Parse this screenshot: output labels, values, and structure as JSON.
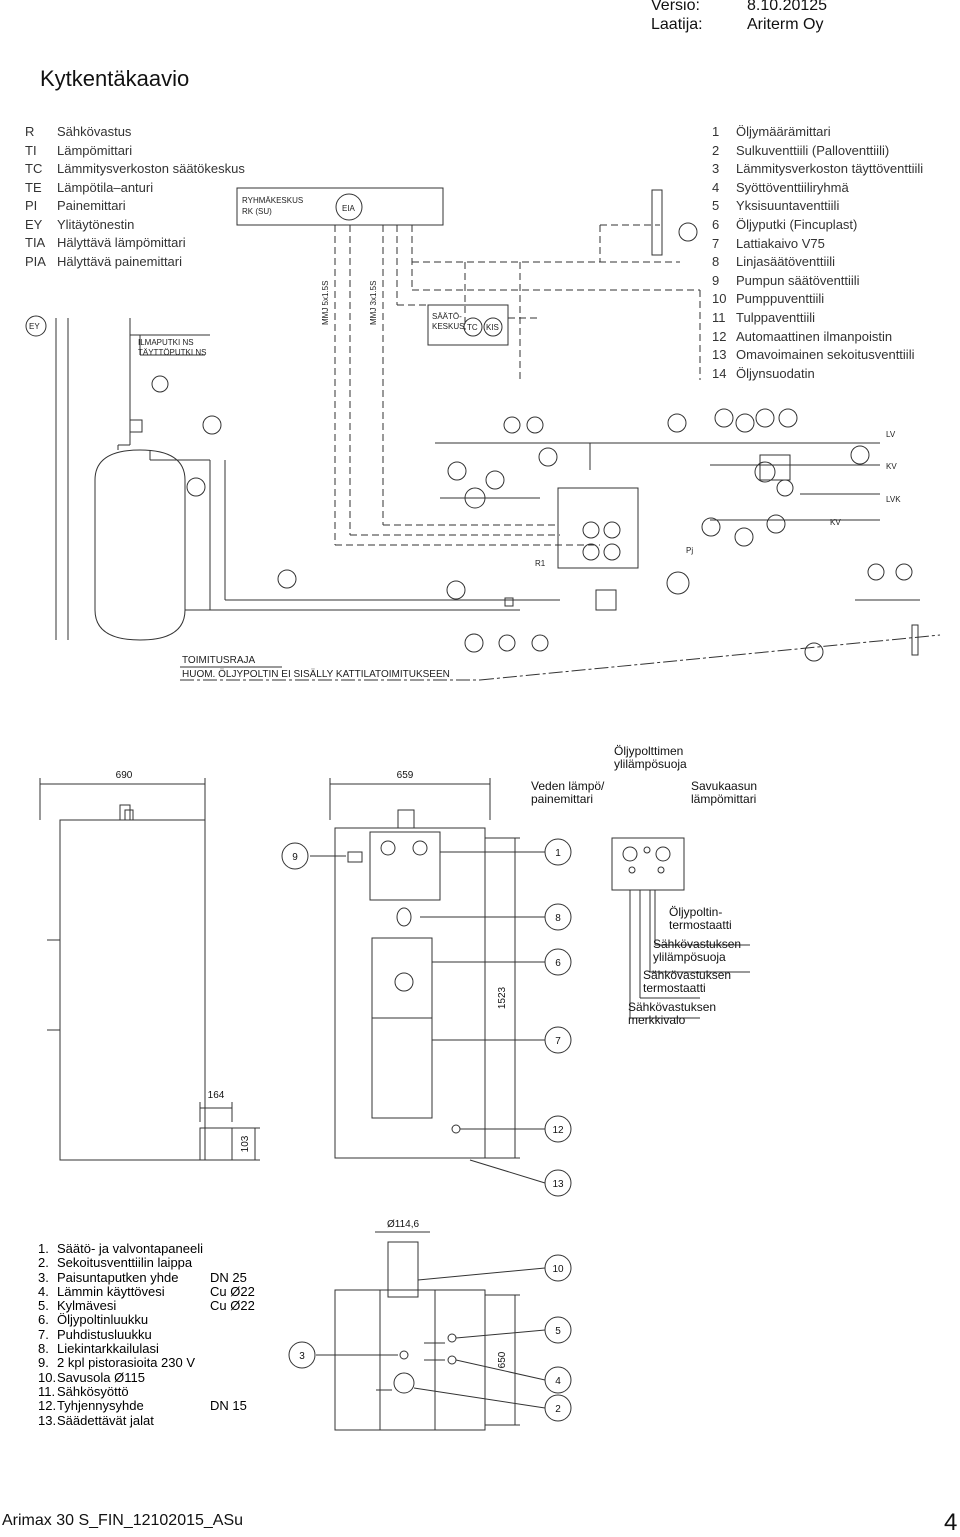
{
  "header": {
    "versio_label": "Versio:",
    "versio_value": "8.10.20125",
    "laatija_label": "Laatija:",
    "laatija_value": "Ariterm Oy"
  },
  "page_title": "Kytkentäkaavio",
  "legend_left": [
    {
      "code": "R",
      "text": "Sähkövastus"
    },
    {
      "code": "TI",
      "text": "Lämpömittari"
    },
    {
      "code": "TC",
      "text": "Lämmitysverkoston säätökeskus"
    },
    {
      "code": "TE",
      "text": "Lämpötila–anturi"
    },
    {
      "code": "PI",
      "text": "Painemittari"
    },
    {
      "code": "EY",
      "text": "Ylitäytönestin"
    },
    {
      "code": "TIA",
      "text": "Hälyttävä lämpömittari"
    },
    {
      "code": "PIA",
      "text": "Hälyttävä painemittari"
    }
  ],
  "legend_right": [
    {
      "num": "1",
      "text": "Öljymäärämittari"
    },
    {
      "num": "2",
      "text": "Sulkuventtiili (Palloventtiili)"
    },
    {
      "num": "3",
      "text": "Lämmitysverkoston täyttöventtiili"
    },
    {
      "num": "4",
      "text": "Syöttöventtiiliryhmä"
    },
    {
      "num": "5",
      "text": "Yksisuuntaventtiili"
    },
    {
      "num": "6",
      "text": "Öljyputki (Fincuplast)"
    },
    {
      "num": "7",
      "text": "Lattiakaivo V75"
    },
    {
      "num": "8",
      "text": "Linjasäätöventtiili"
    },
    {
      "num": "9",
      "text": "Pumpun säätöventtiili"
    },
    {
      "num": "10",
      "text": "Pumppuventtiili"
    },
    {
      "num": "11",
      "text": "Tulppaventtiili"
    },
    {
      "num": "12",
      "text": "Automaattinen ilmanpoistin"
    },
    {
      "num": "13",
      "text": "Omavoimainen sekoitusventtiili"
    },
    {
      "num": "14",
      "text": "Öljynsuodatin"
    }
  ],
  "schematic": {
    "ryhmakeskus_1": "RYHMÄKESKUS",
    "ryhmakeskus_2": "RK (SU)",
    "eia": "EIA",
    "saato_1": "SÄÄTÖ-",
    "saato_2": "KESKUS",
    "tc": "TC",
    "kis": "KIS",
    "mmj1": "MMJ 5x1.5S",
    "mmj2": "MMJ 3x1.5S",
    "ey": "EY",
    "ilmaputki": "ILMAPUTKI NS",
    "tayttoputki": "TÄYTTÖPUTKI NS",
    "lv": "LV",
    "kv": "KV",
    "lvk": "LVK",
    "kv2": "KV",
    "pj": "Pj",
    "ri": "R1",
    "toimitusraja": "TOIMITUSRAJA",
    "huom": "HUOM. ÖLJYPOLTIN EI SISÄLLY KATTILATOIMITUKSEEN"
  },
  "dimensions": {
    "d690": "690",
    "d659": "659",
    "d1523": "1523",
    "d164": "164",
    "d103": "103",
    "d114": "Ø114,6",
    "d650": "650"
  },
  "callouts": {
    "oljypolttimen": "Öljypolttimen ylilämpösuoja",
    "veden": "Veden lämpö/ painemittari",
    "savukaasun": "Savukaasun lämpömittari",
    "oljypoltin_termostaatti": "Öljypoltin- termostaatti",
    "sahko_ylilampo": "Sähkövastuksen ylilämpösuoja",
    "sahko_termostaatti": "Sähkövastuksen termostaatti",
    "sahko_merkkivalo": "Sähkövastuksen merkkivalo"
  },
  "bottom_legend": [
    {
      "num": "1.",
      "text": "Säätö- ja valvontapaneeli",
      "unit": ""
    },
    {
      "num": "2.",
      "text": "Sekoitusventtiilin laippa",
      "unit": ""
    },
    {
      "num": "3.",
      "text": "Paisuntaputken yhde",
      "unit": "DN 25"
    },
    {
      "num": "4.",
      "text": "Lämmin käyttövesi",
      "unit": "Cu Ø22"
    },
    {
      "num": "5.",
      "text": "Kylmävesi",
      "unit": "Cu Ø22"
    },
    {
      "num": "6.",
      "text": "Öljypoltinluukku",
      "unit": ""
    },
    {
      "num": "7.",
      "text": "Puhdistusluukku",
      "unit": ""
    },
    {
      "num": "8.",
      "text": "Liekintarkkailulasi",
      "unit": ""
    },
    {
      "num": "9.",
      "text": "2 kpl pistorasioita 230 V",
      "unit": ""
    },
    {
      "num": "10.",
      "text": "Savusola Ø115",
      "unit": ""
    },
    {
      "num": "11.",
      "text": "Sähkösyöttö",
      "unit": ""
    },
    {
      "num": "12.",
      "text": "Tyhjennysyhde",
      "unit": "DN 15"
    },
    {
      "num": "13.",
      "text": "Säädettävät jalat",
      "unit": ""
    }
  ],
  "footer": {
    "doc_id": "Arimax 30 S_FIN_12102015_ASu",
    "page_number": "4"
  }
}
